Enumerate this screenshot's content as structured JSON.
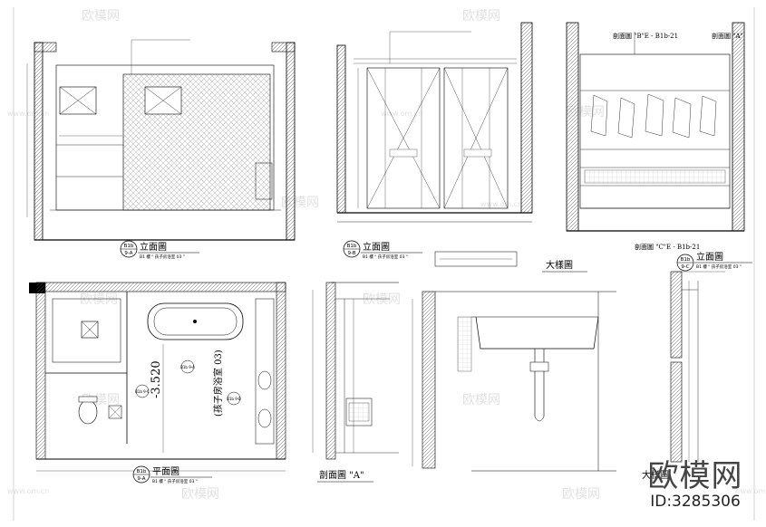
{
  "watermark": {
    "site_text": "欧模网",
    "site_url": "www.om.cn"
  },
  "brand": {
    "title": "欧模网",
    "id_text": "ID:3285306"
  },
  "panels": {
    "elev_a": {
      "tag_top": "B1b",
      "tag_bottom": "9-A",
      "title": "立面圖",
      "subtitle": "B1 樓 \" 孩子房浴室 03 \""
    },
    "elev_b": {
      "tag_top": "B1b",
      "tag_bottom": "9-B",
      "title": "立面圖",
      "subtitle": "B1 樓 \" 孩子房浴室 03 \""
    },
    "elev_c": {
      "tag_top": "B1b",
      "tag_bottom": "9-C",
      "title": "立面圖",
      "subtitle": "B1 樓 \" 孩子房浴室 03 \"",
      "section_top_left": "剖面圖 \"B\"E - B1b-21",
      "section_top_right": "剖面圖 \"A\"",
      "section_bottom": "剖面圖 \"C\"E - B1b-21"
    },
    "plan": {
      "tag_top": "B1b",
      "tag_bottom": "9-A",
      "title": "平面圖",
      "subtitle": "B1 樓 \" 孩子房浴室 03 \"",
      "level": "-3.520",
      "room_name": "(孩子房浴室 03)",
      "tag_b": "B1b\n9-B",
      "tag_c": "B1b\n9-C",
      "tag_a": "B1b\n9-A"
    },
    "section_a": {
      "title": "剖面圖 \"A\""
    },
    "detail": {
      "title_top": "大樣圖",
      "title_bottom": "大樣圖"
    }
  }
}
